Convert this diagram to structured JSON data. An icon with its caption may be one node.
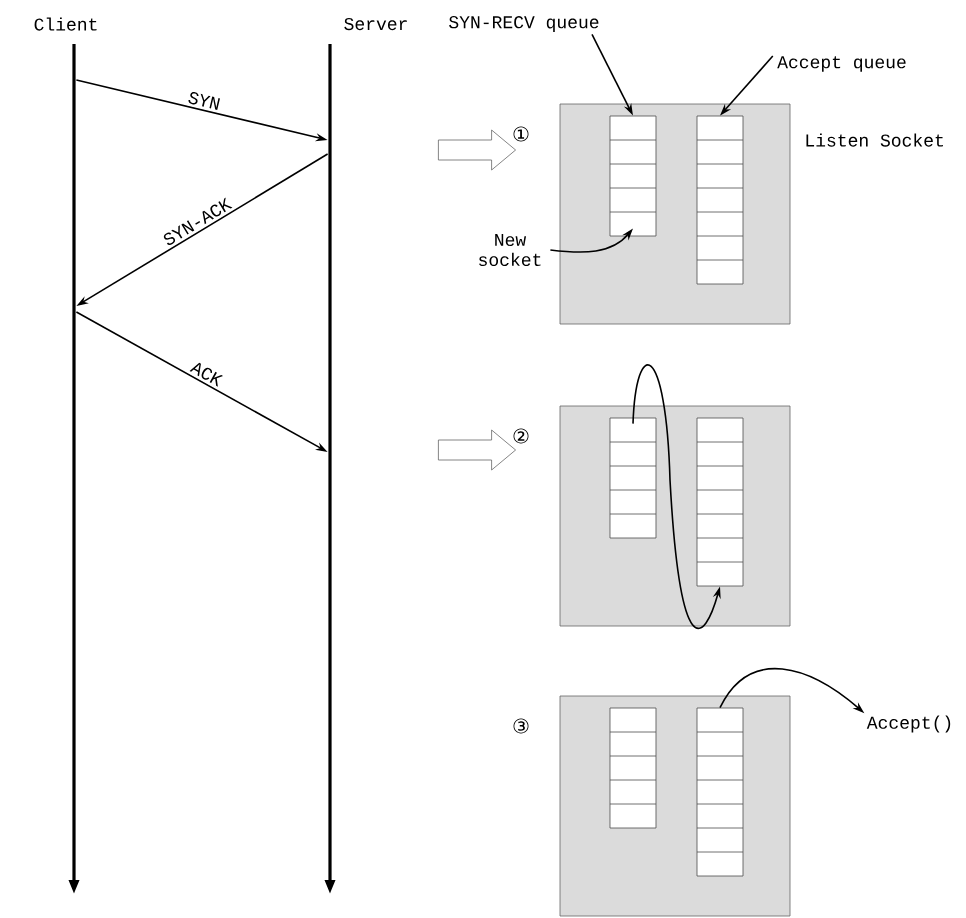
{
  "diagram": {
    "nodes": [
      {
        "text": [
          "Client"
        ]
      },
      {
        "text": [
          "Server"
        ]
      },
      {
        "text": [],
        "shape": "box",
        "beside": [
          "①",
          "Listen Socket"
        ]
      },
      {
        "text": [],
        "shape": "box",
        "in": 2
      },
      {
        "text": [],
        "shape": "box",
        "in": 2
      },
      {
        "text": [
          "SYN-RECV queue"
        ]
      },
      {
        "text": [
          "Accept queue"
        ]
      },
      {
        "text": [
          "New socket"
        ]
      },
      {
        "text": [],
        "shape": "box",
        "beside": [
          "②"
        ]
      },
      {
        "text": [],
        "shape": "box",
        "in": 8
      },
      {
        "text": [],
        "shape": "box",
        "in": 8
      },
      {
        "text": [],
        "shape": "box",
        "beside": [
          "③"
        ]
      },
      {
        "text": [],
        "shape": "box",
        "in": 11
      },
      {
        "text": [],
        "shape": "box",
        "in": 11
      },
      {
        "text": [
          "Accept()"
        ]
      }
    ],
    "edges": [
      {
        "from": 0,
        "to": 1,
        "arrow": "to",
        "label": "SYN"
      },
      {
        "from": 1,
        "to": 0,
        "arrow": "to",
        "label": "SYN-ACK"
      },
      {
        "from": 0,
        "to": 1,
        "arrow": "to",
        "label": "ACK"
      },
      {
        "from": 1,
        "to": 2,
        "arrow": "to"
      },
      {
        "from": 1,
        "to": 8,
        "arrow": "to"
      },
      {
        "from": 5,
        "to": 3,
        "arrow": "to"
      },
      {
        "from": 6,
        "to": 4,
        "arrow": "to"
      },
      {
        "from": 7,
        "to": 3,
        "arrow": "to"
      },
      {
        "from": 9,
        "to": 10,
        "arrow": "to"
      },
      {
        "from": 13,
        "to": 14,
        "arrow": "to"
      }
    ]
  }
}
